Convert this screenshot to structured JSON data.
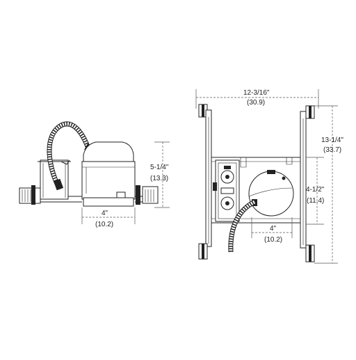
{
  "side_view": {
    "height_in": "5-1/4\"",
    "height_cm": "(13.3)",
    "width_in": "4\"",
    "width_cm": "(10.2)"
  },
  "top_view": {
    "overall_width_in": "12-3/16\"",
    "overall_width_cm": "(30.9)",
    "overall_height_in": "13-1/4\"",
    "overall_height_cm": "(33.7)",
    "inner_height_in": "4-1/2\"",
    "inner_height_cm": "(11.4)",
    "aperture_in": "4\"",
    "aperture_cm": "(10.2)"
  }
}
